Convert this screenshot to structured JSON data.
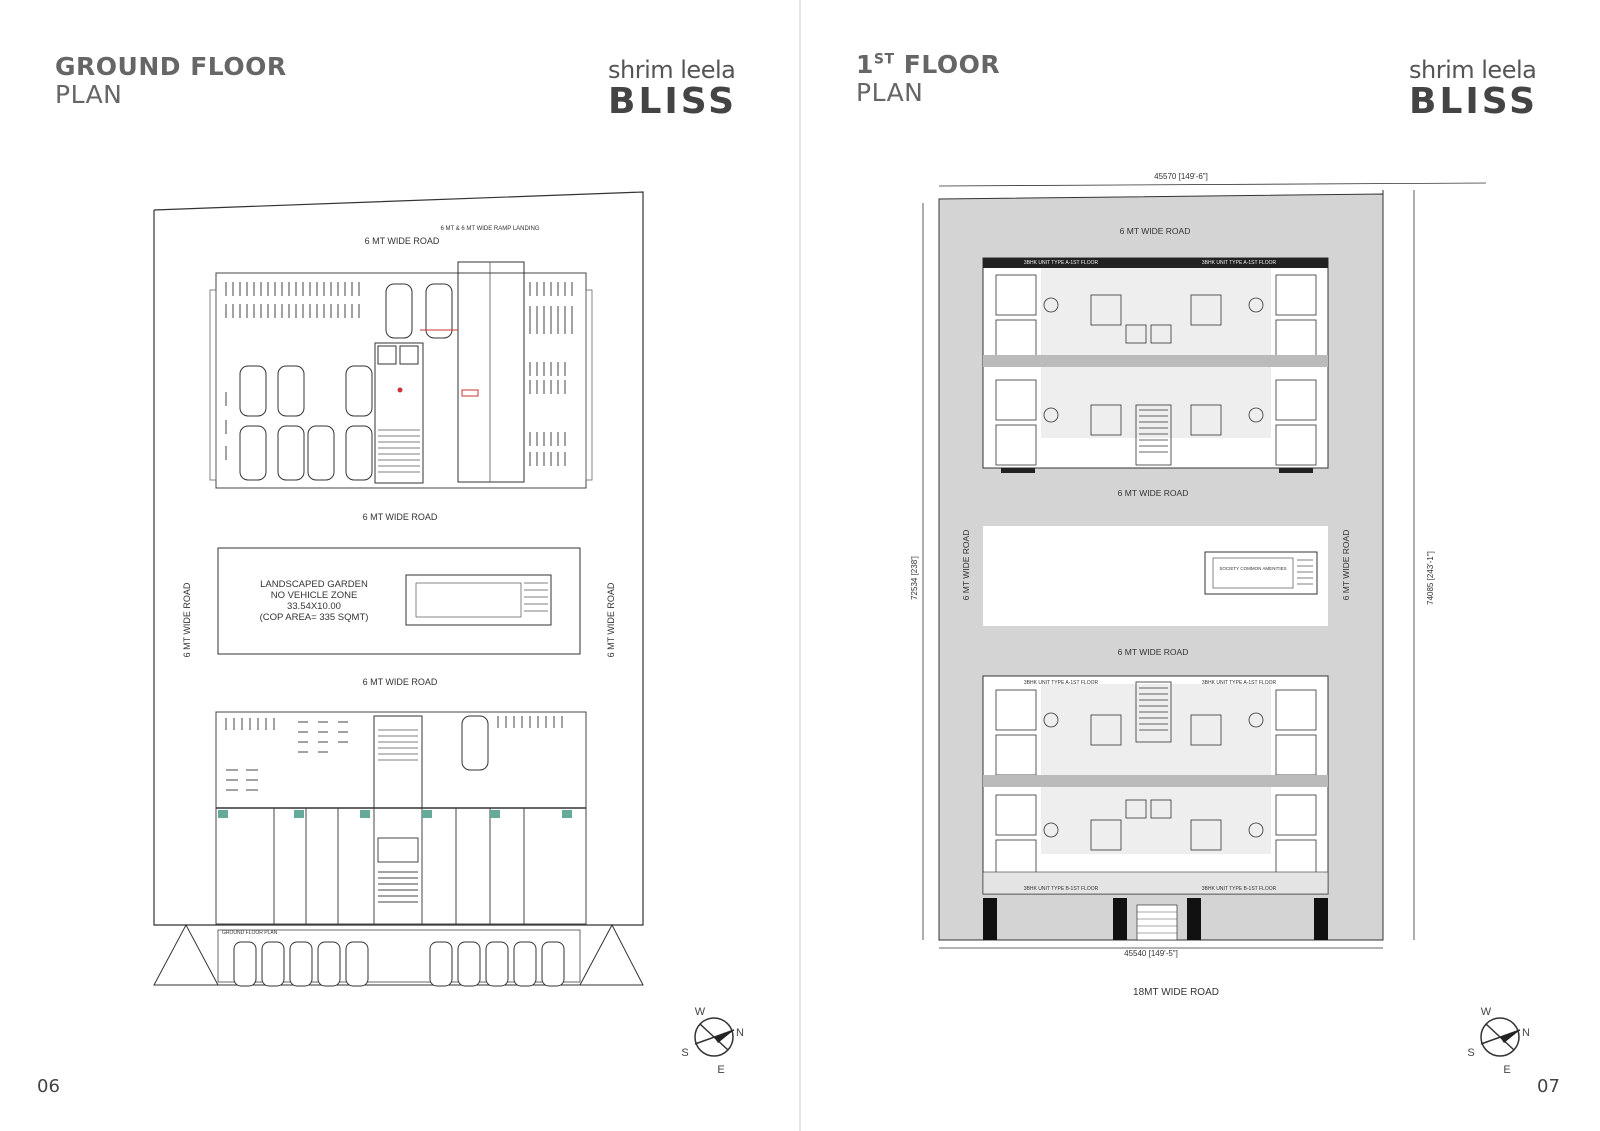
{
  "left_page": {
    "title_line1": "GROUND FLOOR",
    "title_line2": "PLAN",
    "logo_line1": "shrim leela",
    "logo_line2": "BLISS",
    "page_number": "06",
    "labels": {
      "road_top": "6 MT WIDE ROAD",
      "ramp": "6 MT & 6 MT WIDE RAMP LANDING",
      "road_mid": "6 MT WIDE ROAD",
      "road_left": "6 MT WIDE ROAD",
      "road_right": "6 MT WIDE ROAD",
      "garden_line1": "LANDSCAPED GARDEN",
      "garden_line2": "NO VEHICLE ZONE",
      "garden_line3": "33.54X10.00",
      "garden_line4": "(COP AREA= 335 SQMT)",
      "road_lower": "6 MT WIDE ROAD",
      "plan_caption": "GROUND FLOOR PLAN"
    },
    "compass": {
      "w": "W",
      "n": "N",
      "s": "S",
      "e": "E"
    }
  },
  "right_page": {
    "title_line1": "1",
    "title_sup": "ST",
    "title_line1_rest": " FLOOR",
    "title_line2": "PLAN",
    "logo_line1": "shrim leela",
    "logo_line2": "BLISS",
    "page_number": "07",
    "labels": {
      "dim_top": "45570 [149'-6\"]",
      "dim_bottom": "45540 [149'-5\"]",
      "dim_left": "72534 [238']",
      "dim_right": "74085 [243'-1\"]",
      "road_top": "6 MT WIDE ROAD",
      "road_mid1": "6 MT WIDE ROAD",
      "road_mid2": "6 MT WIDE ROAD",
      "road_left": "6 MT WIDE ROAD",
      "road_right": "6 MT WIDE ROAD",
      "road_main": "18MT WIDE ROAD",
      "amenities": "SOCIETY COMMON AMENITIES",
      "unit_type_a": "3BHK UNIT TYPE A-1ST FLOOR",
      "unit_type_b": "3BHK UNIT TYPE B-1ST FLOOR"
    },
    "compass": {
      "w": "W",
      "n": "N",
      "s": "S",
      "e": "E"
    }
  }
}
